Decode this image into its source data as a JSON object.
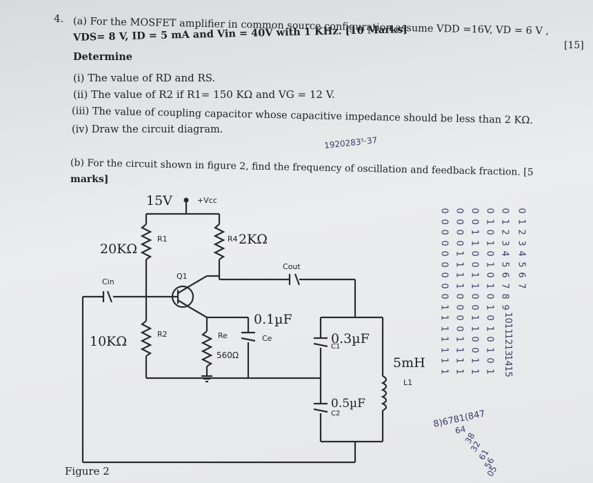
{
  "question": {
    "number": "4.",
    "part_a_intro": "(a) For the MOSFET amplifier in common source configuration assume V",
    "line1": "(a) For the MOSFET amplifier in common source configuration assume VDD =16V, VD = 6 V ,",
    "line2": "VDS= 8 V, ID = 5 mA and Vin = 40V with 1 KHz. [10 Marks]",
    "line3": "Determine",
    "item1": "(i) The value of RD and RS.",
    "item2": "(ii) The value of R2 if R1= 150 KΩ and VG = 12 V.",
    "item3": "(iii) The value of coupling capacitor whose capacitive impedance should be less than 2 KΩ.",
    "item4": "(iv) Draw the circuit diagram.",
    "marks": "[15]",
    "part_b_line1": "(b) For the circuit shown in figure 2, find the frequency of oscillation and feedback fraction. [5",
    "part_b_line2": "marks]"
  },
  "handwriting": {
    "id_note": "1920283⁵·37",
    "sequence_col1": [
      "0",
      "0",
      "0",
      "0",
      "0",
      "0",
      "0",
      "0",
      "0",
      "1",
      "1",
      "1",
      "1",
      "1",
      "1",
      "1"
    ],
    "sequence_col2": [
      "0",
      "0",
      "0",
      "0",
      "1",
      "1",
      "1",
      "1",
      "0",
      "0",
      "0",
      "0",
      "1",
      "1",
      "1",
      "1"
    ],
    "sequence_col3": [
      "0",
      "0",
      "1",
      "1",
      "0",
      "0",
      "1",
      "1",
      "0",
      "0",
      "1",
      "1",
      "0",
      "0",
      "1",
      "1"
    ],
    "sequence_col4": [
      "0",
      "1",
      "0",
      "1",
      "0",
      "1",
      "0",
      "1",
      "0",
      "1",
      "0",
      "1",
      "0",
      "1",
      "0",
      "1"
    ],
    "sequence_col5": [
      "0",
      "1",
      "2",
      "3",
      "4",
      "5",
      "6",
      "7",
      "8",
      "9",
      "10",
      "11",
      "12",
      "13",
      "14",
      "15"
    ],
    "sequence_col6": [
      "0",
      "1",
      "2",
      "3",
      "4",
      "5",
      "6",
      "7"
    ],
    "scribble1": "8)6781(847",
    "scribble2": "64",
    "scribble3": "38",
    "scribble4": "32",
    "scribble5": "61",
    "scribble6": "56",
    "scribble7": "05"
  },
  "circuit": {
    "supply": "15V",
    "vcc": "+Vcc",
    "r1_value": "20KΩ",
    "r1_name": "R1",
    "r4_name": "R4",
    "r4_value": "2KΩ",
    "q1": "Q1",
    "cin": "Cin",
    "cout": "Cout",
    "r2_value": "10KΩ",
    "r2_name": "R2",
    "re_name": "Re",
    "re_value": "560Ω",
    "ce_value": "0.1µF",
    "ce_name": "Ce",
    "c1_value": "0.3µF",
    "c1_name": "C1",
    "c2_value": "0.5µF",
    "c2_name": "C2",
    "l1_value": "5mH",
    "l1_name": "L1",
    "figure_caption": "Figure 2"
  }
}
